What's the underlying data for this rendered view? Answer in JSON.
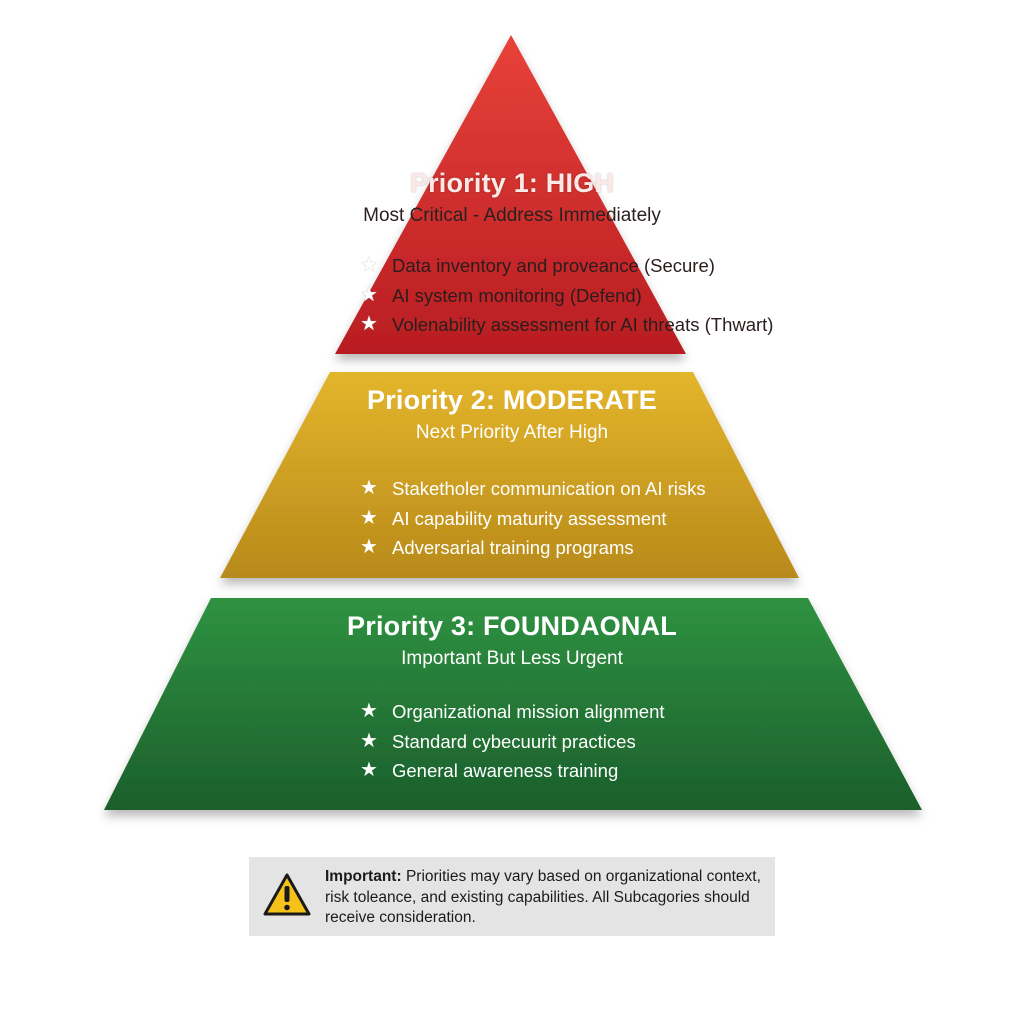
{
  "tiers": [
    {
      "title": "Priority 1: HIGH",
      "subtitle": "Most Critical - Address Immediately",
      "items": [
        "Data inventory and proveance (Secure)",
        "AI system monitoring (Defend)",
        "Volenability assessment for AI threats (Thwart)"
      ],
      "color_top": "#e8423a",
      "color_bottom": "#b81d22"
    },
    {
      "title": "Priority 2: MODERATE",
      "subtitle": "Next Priority After High",
      "items": [
        "Staketholer communication on AI risks",
        "AI capability maturity assessment",
        "Adversarial training programs"
      ],
      "color_top": "#e3b52c",
      "color_bottom": "#b88a1a"
    },
    {
      "title": "Priority 3: FOUNDAONAL",
      "subtitle": "Important But Less Urgent",
      "items": [
        "Organizational mission alignment",
        "Standard cybecuurit practices",
        "General awareness training"
      ],
      "color_top": "#2f9241",
      "color_bottom": "#1b5e2c"
    }
  ],
  "note": {
    "label": "Important:",
    "text": "Priorities may vary based on organizational context, risk toleance, and existing capabilities. All Subcagories should receive consideration.",
    "icon": "warning-icon"
  },
  "bullet_icon": "star-icon",
  "bullet_glyph": "★"
}
